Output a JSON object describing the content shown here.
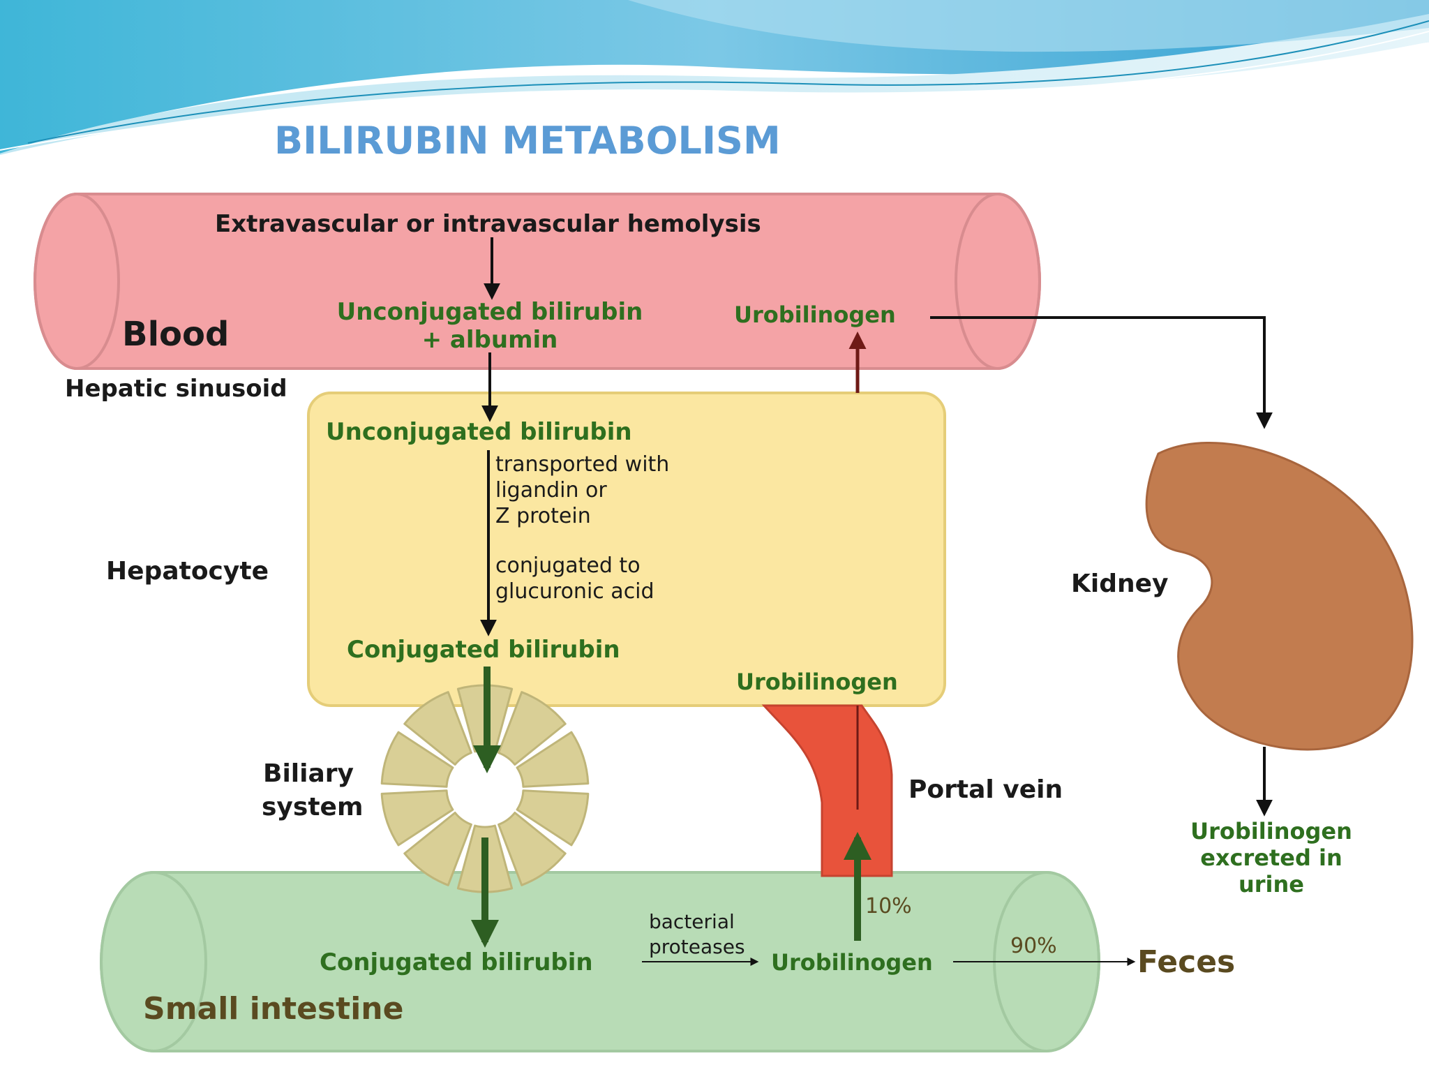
{
  "title": "BILIRUBIN METABOLISM",
  "colors": {
    "title": "#5b9bd5",
    "green_text": "#2e6f1f",
    "dark_text": "#1a1a1a",
    "brown_text": "#5a4a20",
    "blood": "#f4a3a6",
    "hepatocyte": "#fbe7a1",
    "intestine": "#b8dcb6",
    "kidney": "#c27c4f",
    "portal_vein": "#e8533b",
    "biliary": "#d9cf96"
  },
  "blood": {
    "label": "Blood",
    "hemolysis": "Extravascular or intravascular hemolysis",
    "unconj_line1": "Unconjugated bilirubin",
    "unconj_line2": "+ albumin",
    "urobilinogen": "Urobilinogen"
  },
  "hepatic_sinusoid": "Hepatic sinusoid",
  "hepatocyte": {
    "label": "Hepatocyte",
    "unconj": "Unconjugated bilirubin",
    "transport_line1": "transported with",
    "transport_line2": "ligandin or",
    "transport_line3": "Z protein",
    "conj_line1": "conjugated to",
    "conj_line2": "glucuronic acid",
    "conjugated": "Conjugated bilirubin",
    "urobilinogen": "Urobilinogen"
  },
  "biliary": {
    "line1": "Biliary",
    "line2": "system"
  },
  "portal_vein": "Portal vein",
  "kidney": {
    "label": "Kidney",
    "excreted_line1": "Urobilinogen",
    "excreted_line2": "excreted in",
    "excreted_line3": "urine"
  },
  "intestine": {
    "label": "Small intestine",
    "conjugated": "Conjugated bilirubin",
    "bacterial_line1": "bacterial",
    "bacterial_line2": "proteases",
    "urobilinogen": "Urobilinogen",
    "pct_portal": "10%",
    "pct_feces": "90%",
    "feces": "Feces"
  }
}
